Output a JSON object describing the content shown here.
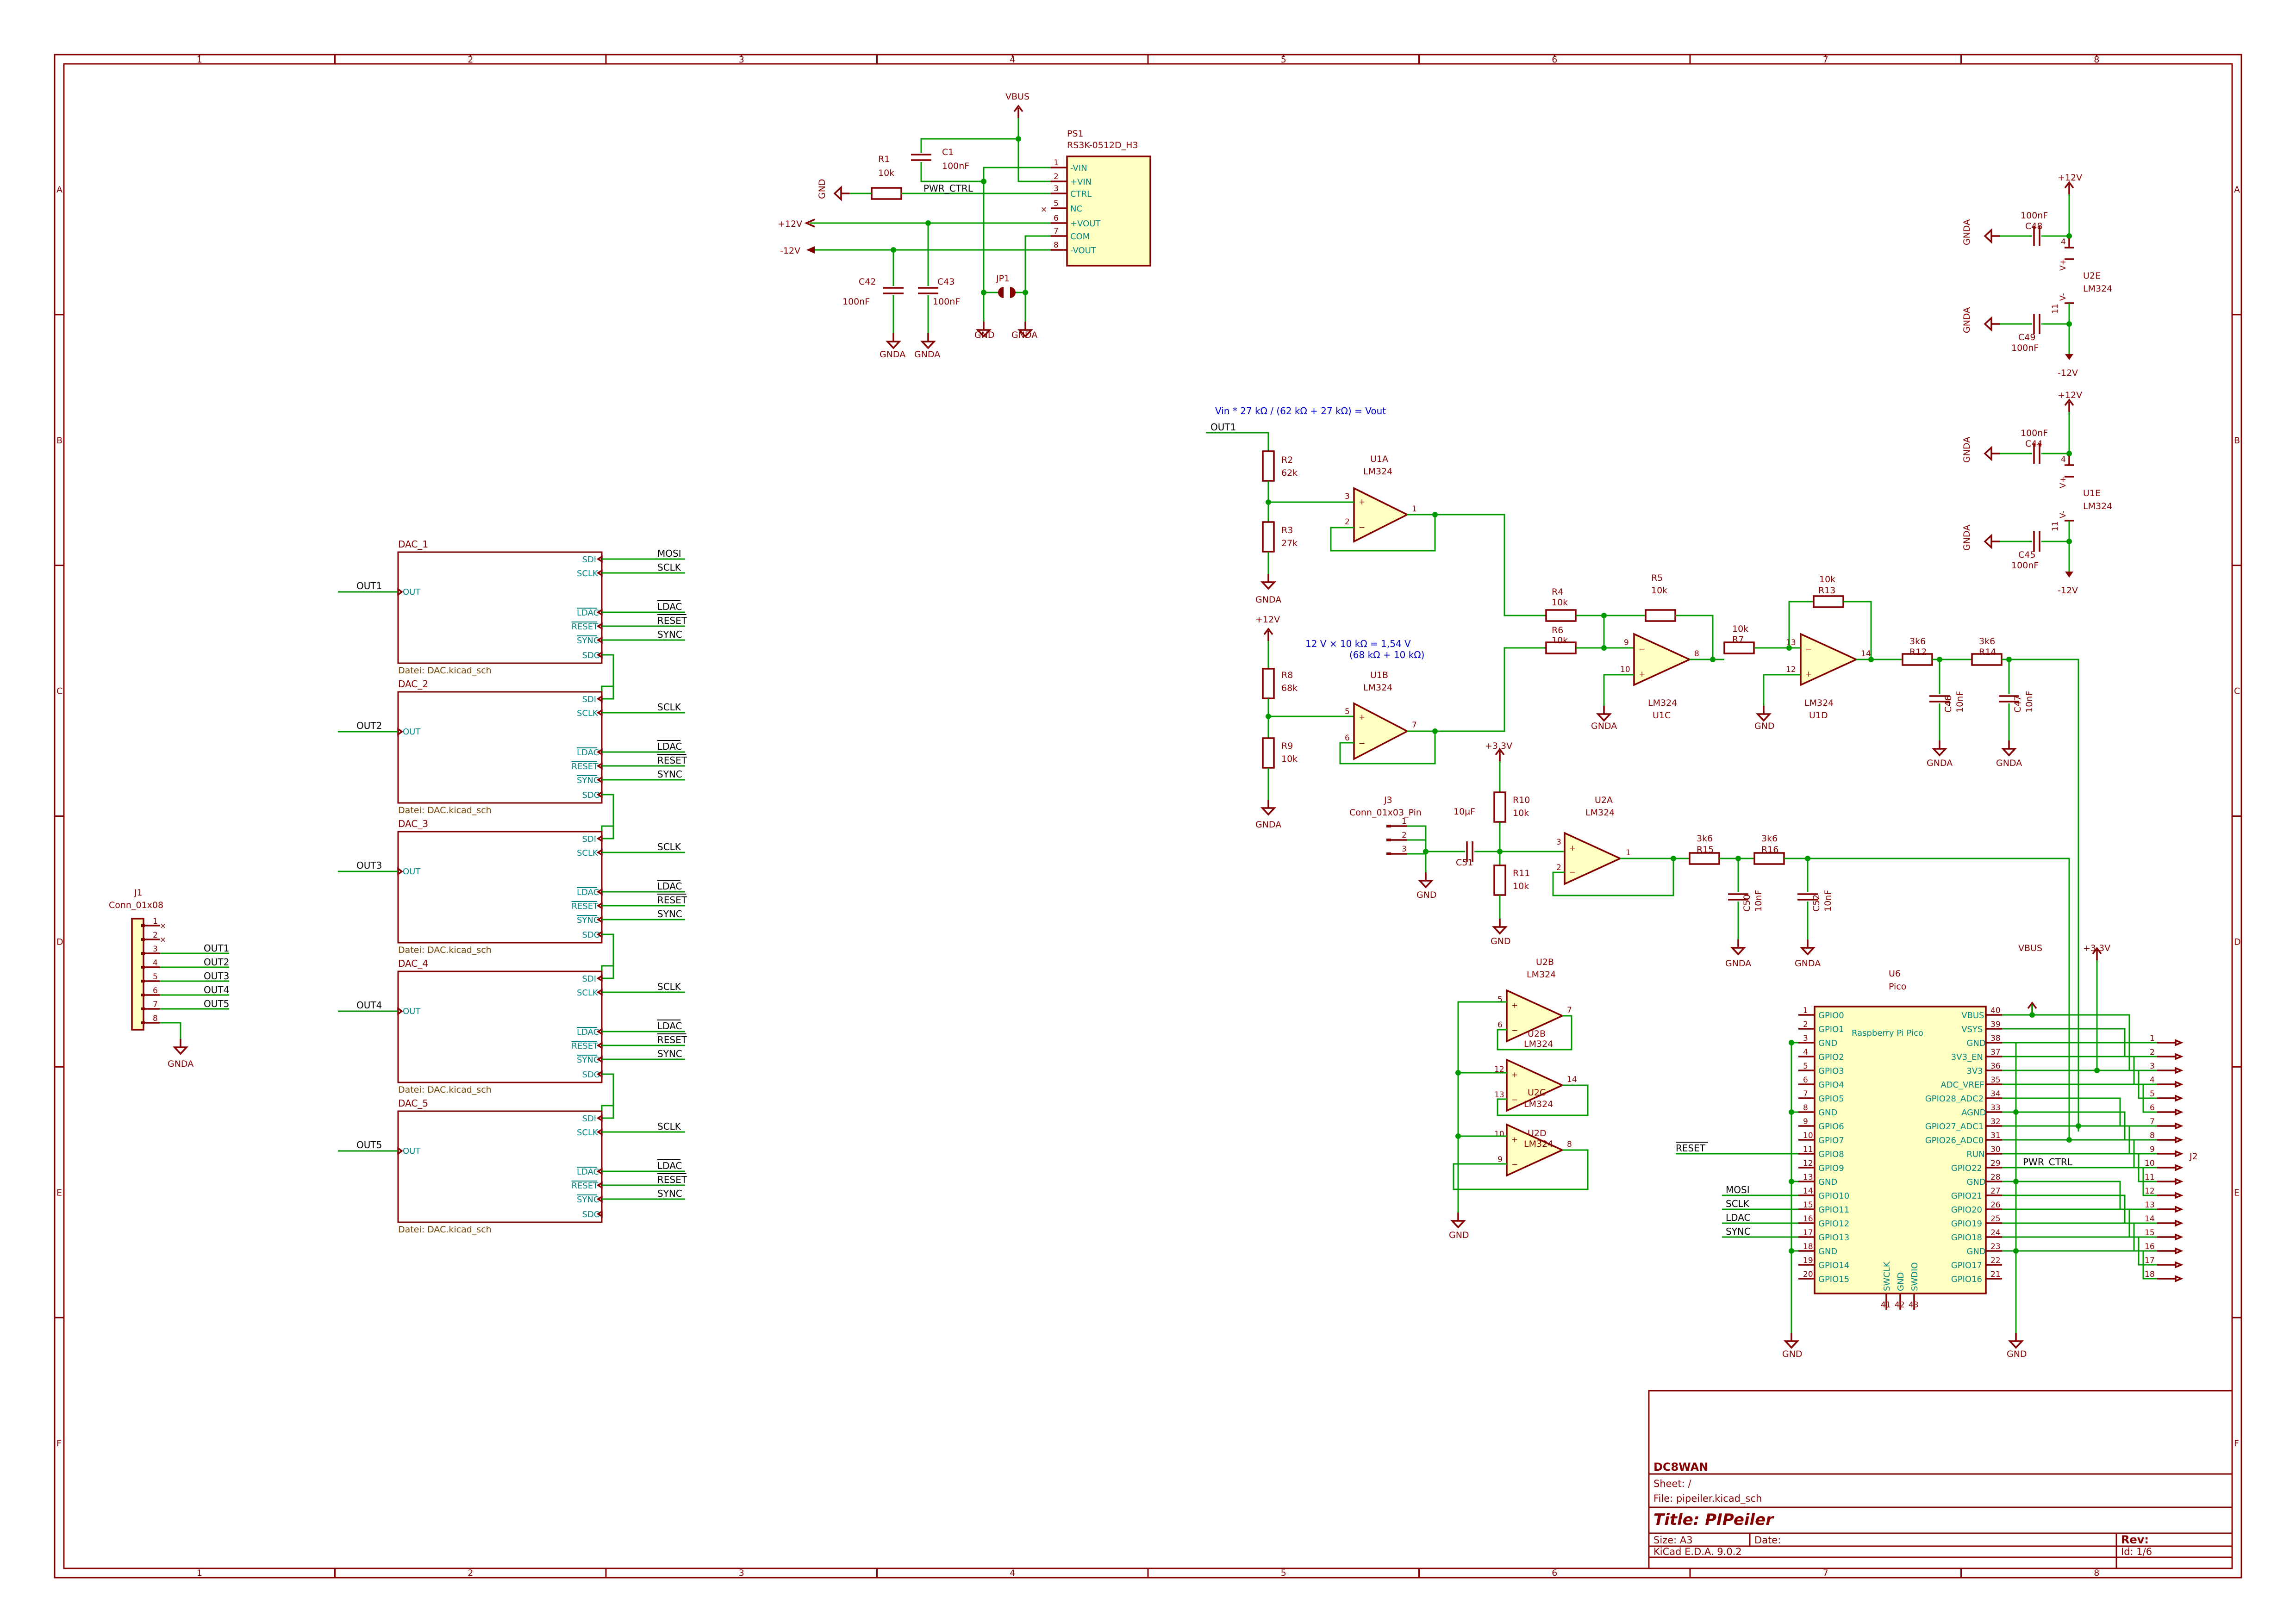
{
  "frame": {
    "columns": [
      "1",
      "2",
      "3",
      "4",
      "5",
      "6",
      "7",
      "8"
    ],
    "rows": [
      "A",
      "B",
      "C",
      "D",
      "E",
      "F"
    ]
  },
  "title_block": {
    "company": "DC8WAN",
    "sheet": "Sheet: /",
    "file": "File: pipeiler.kicad_sch",
    "title": "Title: PIPeiler",
    "size": "Size: A3",
    "date": "Date:",
    "rev": "Rev:",
    "tool": "KiCad E.D.A. 9.0.2",
    "id": "Id: 1/6"
  },
  "power": {
    "ref": "PS1",
    "value": "RS3K-0512D_H3",
    "pins": [
      {
        "num": "1",
        "name": "-VIN"
      },
      {
        "num": "2",
        "name": "+VIN"
      },
      {
        "num": "3",
        "name": "CTRL"
      },
      {
        "num": "5",
        "name": "NC"
      },
      {
        "num": "6",
        "name": "+VOUT"
      },
      {
        "num": "7",
        "name": "COM"
      },
      {
        "num": "8",
        "name": "-VOUT"
      }
    ],
    "vbus": "VBUS",
    "r1_ref": "R1",
    "r1_val": "10k",
    "c1_ref": "C1",
    "c1_val": "100nF",
    "pwr_ctrl": "PWR_CTRL",
    "gnd_left": "GND",
    "p12": "+12V",
    "m12": "-12V",
    "c42_ref": "C42",
    "c42_val": "100nF",
    "c43_ref": "C43",
    "c43_val": "100nF",
    "jp1": "JP1",
    "gnda": "GNDA",
    "gnd": "GND"
  },
  "decoupling": [
    {
      "p12": "+12V",
      "ctop_ref": "C48",
      "ctop_val": "100nF",
      "gnda": "GNDA",
      "unit": "U2E",
      "part": "LM324",
      "cbot_ref": "C49",
      "cbot_val": "100nF",
      "m12": "-12V",
      "pin4": "4",
      "pin11": "11",
      "vp": "V+",
      "vm": "V-"
    },
    {
      "p12": "+12V",
      "ctop_ref": "C44",
      "ctop_val": "100nF",
      "gnda": "GNDA",
      "unit": "U1E",
      "part": "LM324",
      "cbot_ref": "C45",
      "cbot_val": "100nF",
      "m12": "-12V",
      "pin4": "4",
      "pin11": "11",
      "vp": "V+",
      "vm": "V-"
    }
  ],
  "dacs": [
    {
      "name": "DAC_1",
      "out": "OUT1",
      "file": "Datei: DAC.kicad_sch",
      "has_mosi": true
    },
    {
      "name": "DAC_2",
      "out": "OUT2",
      "file": "Datei: DAC.kicad_sch",
      "has_mosi": false
    },
    {
      "name": "DAC_3",
      "out": "OUT3",
      "file": "Datei: DAC.kicad_sch",
      "has_mosi": false
    },
    {
      "name": "DAC_4",
      "out": "OUT4",
      "file": "Datei: DAC.kicad_sch",
      "has_mosi": false
    },
    {
      "name": "DAC_5",
      "out": "OUT5",
      "file": "Datei: DAC.kicad_sch",
      "has_mosi": false
    }
  ],
  "dac_pins": {
    "sdi": "SDI",
    "sclk": "SCLK",
    "ldac": "LDAC",
    "reset": "RESET",
    "sync": "SYNC",
    "sdo": "SDO",
    "out": "OUT"
  },
  "dac_labels": {
    "mosi": "MOSI",
    "sclk": "SCLK",
    "ldac": "LDAC",
    "reset": "RESET",
    "sync": "SYNC"
  },
  "j1": {
    "ref": "J1",
    "value": "Conn_01x08",
    "pins": [
      "1",
      "2",
      "3",
      "4",
      "5",
      "6",
      "7",
      "8"
    ],
    "labels": [
      "",
      "",
      "OUT1",
      "OUT2",
      "OUT3",
      "OUT4",
      "OUT5",
      ""
    ],
    "gnda": "GNDA"
  },
  "analog": {
    "formula1": "Vin * 27 kΩ / (62 kΩ + 27 kΩ) = Vout",
    "formula2a": "12 V ×     10 kΩ     =  1,54 V",
    "formula2b": "(68 kΩ + 10 kΩ)",
    "out1": "OUT1",
    "r2": [
      "R2",
      "62k"
    ],
    "r3": [
      "R3",
      "27k"
    ],
    "r8": [
      "R8",
      "68k"
    ],
    "r9": [
      "R9",
      "10k"
    ],
    "r4": [
      "R4",
      "10k"
    ],
    "r5": [
      "R5",
      "10k"
    ],
    "r6": [
      "R6",
      "10k"
    ],
    "r7": [
      "R7",
      "10k"
    ],
    "r13": [
      "R13",
      "10k"
    ],
    "r12": [
      "R12",
      "3k6"
    ],
    "r14": [
      "R14",
      "3k6"
    ],
    "c46": [
      "C46",
      "10nF"
    ],
    "c47": [
      "C47",
      "10nF"
    ],
    "u1a": [
      "U1A",
      "LM324"
    ],
    "u1b": [
      "U1B",
      "LM324"
    ],
    "u1c": [
      "U1C",
      "LM324"
    ],
    "u1d": [
      "U1D",
      "LM324"
    ],
    "gnda": "GNDA",
    "p12": "+12V",
    "p33": "+3.3V",
    "gnd": "GND",
    "j3": [
      "J3",
      "Conn_01x03_Pin"
    ],
    "c51": [
      "C51",
      "10µF"
    ],
    "r10": [
      "R10",
      "10k"
    ],
    "r11": [
      "R11",
      "10k"
    ],
    "u2a": [
      "U2A",
      "LM324"
    ],
    "r15": [
      "R15",
      "3k6"
    ],
    "r16": [
      "R16",
      "3k6"
    ],
    "c50": [
      "C50",
      "10nF"
    ],
    "c52": [
      "C52",
      "10nF"
    ],
    "u2b": [
      "U2B",
      "LM324"
    ],
    "u2c": [
      "U2C",
      "LM324"
    ],
    "u2d": [
      "U2D",
      "LM324"
    ]
  },
  "pico": {
    "ref": "U6",
    "value": "Pico",
    "name": "Raspberry Pi Pico",
    "left": [
      [
        "1",
        "GPIO0"
      ],
      [
        "2",
        "GPIO1"
      ],
      [
        "3",
        "GND"
      ],
      [
        "4",
        "GPIO2"
      ],
      [
        "5",
        "GPIO3"
      ],
      [
        "6",
        "GPIO4"
      ],
      [
        "7",
        "GPIO5"
      ],
      [
        "8",
        "GND"
      ],
      [
        "9",
        "GPIO6"
      ],
      [
        "10",
        "GPIO7"
      ],
      [
        "11",
        "GPIO8"
      ],
      [
        "12",
        "GPIO9"
      ],
      [
        "13",
        "GND"
      ],
      [
        "14",
        "GPIO10"
      ],
      [
        "15",
        "GPIO11"
      ],
      [
        "16",
        "GPIO12"
      ],
      [
        "17",
        "GPIO13"
      ],
      [
        "18",
        "GND"
      ],
      [
        "19",
        "GPIO14"
      ],
      [
        "20",
        "GPIO15"
      ]
    ],
    "right": [
      [
        "40",
        "VBUS"
      ],
      [
        "39",
        "VSYS"
      ],
      [
        "38",
        "GND"
      ],
      [
        "37",
        "3V3_EN"
      ],
      [
        "36",
        "3V3"
      ],
      [
        "35",
        "ADC_VREF"
      ],
      [
        "34",
        "GPIO28_ADC2"
      ],
      [
        "33",
        "AGND"
      ],
      [
        "32",
        "GPIO27_ADC1"
      ],
      [
        "31",
        "GPIO26_ADC0"
      ],
      [
        "30",
        "RUN"
      ],
      [
        "29",
        "GPIO22"
      ],
      [
        "28",
        "GND"
      ],
      [
        "27",
        "GPIO21"
      ],
      [
        "26",
        "GPIO20"
      ],
      [
        "25",
        "GPIO19"
      ],
      [
        "24",
        "GPIO18"
      ],
      [
        "23",
        "GND"
      ],
      [
        "22",
        "GPIO17"
      ],
      [
        "21",
        "GPIO16"
      ]
    ],
    "bottom": [
      [
        "41",
        "SWCLK"
      ],
      [
        "42",
        "GND"
      ],
      [
        "43",
        "SWDIO"
      ]
    ],
    "vbus": "VBUS",
    "p33": "+3.3V",
    "gnd": "GND",
    "reset": "RESET",
    "mosi": "MOSI",
    "sclk": "SCLK",
    "ldac": "LDAC",
    "sync": "SYNC",
    "pwr_ctrl": "PWR_CTRL",
    "j2": "J2",
    "j2_pins": [
      "1",
      "2",
      "3",
      "4",
      "5",
      "6",
      "7",
      "8",
      "9",
      "10",
      "11",
      "12",
      "13",
      "14",
      "15",
      "16",
      "17",
      "18"
    ]
  }
}
